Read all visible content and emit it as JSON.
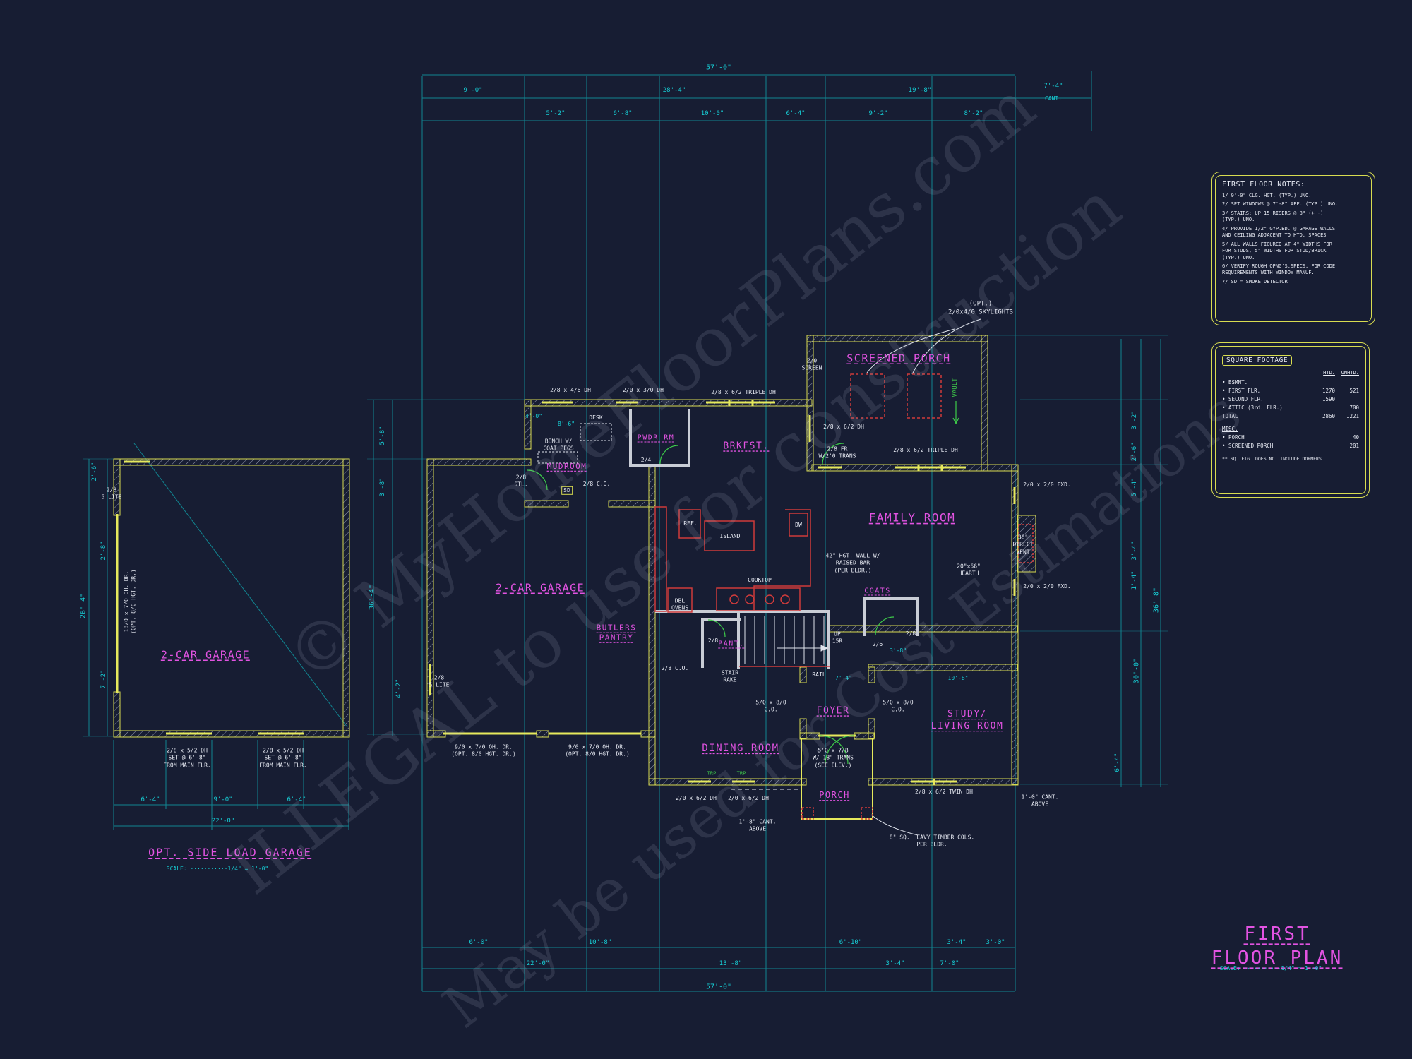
{
  "colors": {
    "bg": "#171d33",
    "cyan": "#17cfd6",
    "magenta": "#e253e2",
    "yellow": "#d8dc50",
    "red": "#cf3b3b",
    "green": "#3ecb4a",
    "white": "#e8ebf4"
  },
  "titles": {
    "plan": "FIRST FLOOR PLAN",
    "plan_scale": "SCALE: ···········1/4\" = 1'-0\"",
    "garage": "OPT. SIDE LOAD GARAGE",
    "garage_scale": "SCALE: ···········1/4\" = 1'-0\""
  },
  "watermark": {
    "line1": "© MyHomeFloorPlans.com",
    "line2": "ILLEGAL to use for construction",
    "line3": "May be used for Cost Estimations"
  },
  "notes": {
    "title": "FIRST FLOOR NOTES:",
    "n1": "1/ 9'-0\" CLG. HGT. (TYP.) UNO.",
    "n2": "2/ SET WINDOWS @ 7'-8\" AFF. (TYP.) UNO.",
    "n3": "3/ STAIRS: UP 15 RISERS @ 8\" (+ -)\n(TYP.) UNO.",
    "n4": "4/ PROVIDE 1/2\" GYP.BD. @ GARAGE WALLS\nAND CEILING ADJACENT TO HTD. SPACES",
    "n5": "5/ ALL WALLS FIGURED AT 4\" WIDTHS FOR\nFOR STUDS, 5\" WIDTHS FOR STUD/BRICK\n(TYP.) UNO.",
    "n6": "6/ VERIFY ROUGH OPNG'S,SPECS. FOR CODE\nREQUIREMENTS WITH WINDOW MANUF.",
    "n7": "7/ SD = SMOKE DETECTOR"
  },
  "sqft": {
    "title": "SQUARE FOOTAGE",
    "col_htd": "HTD.",
    "col_unhtd": "UNHTD.",
    "rows": [
      {
        "label": "• BSMNT.",
        "htd": "",
        "unhtd": ""
      },
      {
        "label": "• FIRST FLR.",
        "htd": "1270",
        "unhtd": "521"
      },
      {
        "label": "• SECOND FLR.",
        "htd": "1590",
        "unhtd": ""
      },
      {
        "label": "• ATTIC (3rd. FLR.)",
        "htd": "",
        "unhtd": "700"
      }
    ],
    "total": {
      "label": "TOTAL",
      "htd": "2860",
      "unhtd": "1221"
    },
    "misc_label": "MISC.",
    "misc": [
      {
        "label": "• PORCH",
        "value": "40"
      },
      {
        "label": "• SCREENED PORCH",
        "value": "201"
      }
    ],
    "footnote": "** SQ. FTG. DOES NOT INCLUDE DORMERS"
  },
  "rooms": {
    "screened_porch": "SCREENED PORCH",
    "brkfst": "BRKFST.",
    "pwdr": "PWDR RM",
    "mudroom": "MUDROOM",
    "family": "FAMILY ROOM",
    "garage_main": "2-CAR GARAGE",
    "garage_side": "2-CAR GARAGE",
    "butlers": "BUTLERS\nPANTRY",
    "pantry": "PANT.",
    "coats": "COATS",
    "foyer": "FOYER",
    "dining": "DINING ROOM",
    "study": "STUDY/\nLIVING ROOM",
    "porch": "PORCH"
  },
  "dims": {
    "t57": "57'-0\"",
    "t9": "9'-0\"",
    "t28": "28'-4\"",
    "t19": "19'-8\"",
    "t74": "7'-4\"",
    "tcant": "CANT.",
    "t52": "5'-2\"",
    "t68": "6'-8\"",
    "t10": "10'-0\"",
    "t64": "6'-4\"",
    "t92": "9'-2\"",
    "t82": "8'-2\"",
    "l58": "5'-8\"",
    "l38": "3'-8\"",
    "l364": "36'-4\"",
    "l42": "4'-2\"",
    "lg26": "2'-6\"",
    "lg28": "2'-8\"",
    "lg264": "26'-4\"",
    "lg72": "7'-2\"",
    "lgb64a": "6'-4\"",
    "lgb9": "9'-0\"",
    "lgb64b": "6'-4\"",
    "lgb22": "22'-0\"",
    "r32": "3'-2\"",
    "r26": "2'-6\"",
    "r54": "5'-4\"",
    "r34": "3'-4\"",
    "r14": "1'-4\"",
    "r368": "36'-8\"",
    "r30": "30'-0\"",
    "r64": "6'-4\"",
    "b60": "6'-0\"",
    "b108": "10'-8\"",
    "b610": "6'-10\"",
    "b34a": "3'-4\"",
    "b30": "3'-0\"",
    "b22": "22'-0\"",
    "b138": "13'-8\"",
    "b34b": "3'-4\"",
    "b70": "7'-0\"",
    "b57": "57'-0\"",
    "i40": "4'-0\"",
    "i86": "8'-6\"",
    "i74": "7'-4\"",
    "i108": "10'-8\"",
    "i38": "3'-8\""
  },
  "ann": {
    "skylights": "(OPT.)\n2/0x4/0 SKYLIGHTS",
    "screen": "2/0\nSCREEN",
    "vault": "VAULT",
    "w4628": "2/8 x 4/6 DH",
    "w2030": "2/0 x 3/0 DH",
    "wtrip1": "2/8 x 6/2 TRIPLE DH",
    "w2862": "2/8 x 6/2 DH",
    "frdoor": "2/8 FR\nW/2'0 TRANS",
    "wtrip2": "2/8 x 6/2 TRIPLE DH",
    "bench": "BENCH W/\nCOAT PEGS",
    "desk": "DESK",
    "d24": "2/4",
    "d28stl": "2/8\nSTL.",
    "sd": "SD",
    "co28a": "2/8 C.O.",
    "ref": "REF.",
    "island": "ISLAND",
    "dw": "DW",
    "wall42": "42\" HGT. WALL W/\nRAISED BAR\n(PER BLDR.)",
    "fxd1": "2/0 x 2/0 FXD.",
    "vent": "36\"\nDIRECT\nVENT",
    "hearth": "20\"x66\"\nHEARTH",
    "fxd2": "2/0 x 2/0 FXD.",
    "cooktop": "COOKTOP",
    "ovens": "DBL\nOVENS",
    "d28p": "2/8",
    "up": "UP\n15R",
    "d26": "2/6",
    "d28s": "2/8",
    "rake": "STAIR\nRAKE",
    "rail": "RAIL",
    "co28b": "2/8 C.O.",
    "co50a": "5/0 x 8/0\nC.O.",
    "co50b": "5/0 x 8/0\nC.O.",
    "door5078": "5'0 x 7/8\nW/ 18\" TRANS\n(SEE ELEV.)",
    "twin": "2/8 x 6/2 TWIN DH",
    "cant10": "1'-0\" CANT.\nABOVE",
    "cant18": "1'-8\" CANT.\nABOVE",
    "timber": "8\" SQ. HEAVY TIMBER COLS.\nPER BLDR.",
    "dh62a": "2/0 x 6/2 DH",
    "dh62b": "2/0 x 6/2 DH",
    "trp1": "TRP",
    "trp2": "TRP",
    "ohdr1": "9/0 x 7/0 OH. DR.\n(OPT. 8/0 HGT. DR.)",
    "ohdr2": "9/0 x 7/0 OH. DR.\n(OPT. 8/0 HGT. DR.)",
    "lite5a": "2/8\n5 LITE",
    "lite5b": "2/8\n5 LITE",
    "ohdr18": "18/0 x 7/0 OH. DR.\n(OPT. 8/0 HGT. DR.)",
    "dh52a": "2/8 x 5/2 DH\nSET @ 6'-8\"\nFROM MAIN FLR.",
    "dh52b": "2/8 x 5/2 DH\nSET @ 6'-8\"\nFROM MAIN FLR."
  }
}
